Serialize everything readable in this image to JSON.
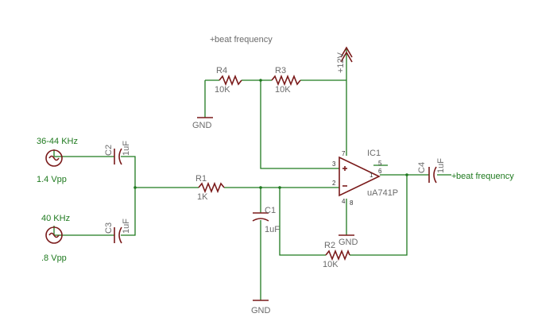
{
  "labels": {
    "top_net": "beat frequency",
    "supply": "+12V",
    "src1_freq": "36-44 KHz",
    "src1_amp": "1.4 Vpp",
    "src2_freq": "40 KHz",
    "src2_amp": ".8 Vpp",
    "out_net": "beat frequency",
    "gnd1": "GND",
    "gnd2": "GND",
    "gnd3": "GND"
  },
  "components": {
    "r4": {
      "ref": "R4",
      "value": "10K"
    },
    "r3": {
      "ref": "R3",
      "value": "10K"
    },
    "r1": {
      "ref": "R1",
      "value": "1K"
    },
    "r2": {
      "ref": "R2",
      "value": "10K"
    },
    "c1": {
      "ref": "C1",
      "value": "1uF"
    },
    "c2": {
      "ref": "C2",
      "value": "1uF"
    },
    "c3": {
      "ref": "C3",
      "value": "1uF"
    },
    "c4": {
      "ref": "C4",
      "value": "1uF"
    },
    "ic1": {
      "ref": "IC1",
      "value": "uA741P"
    }
  },
  "pins": {
    "p1": "1",
    "p2": "2",
    "p3": "3",
    "p4": "4",
    "p5": "5",
    "p6": "6",
    "p7": "7",
    "p8": "8"
  },
  "colors": {
    "wire": "#1f7a1f",
    "part": "#7a1a1a",
    "label": "#6b6b6b"
  }
}
